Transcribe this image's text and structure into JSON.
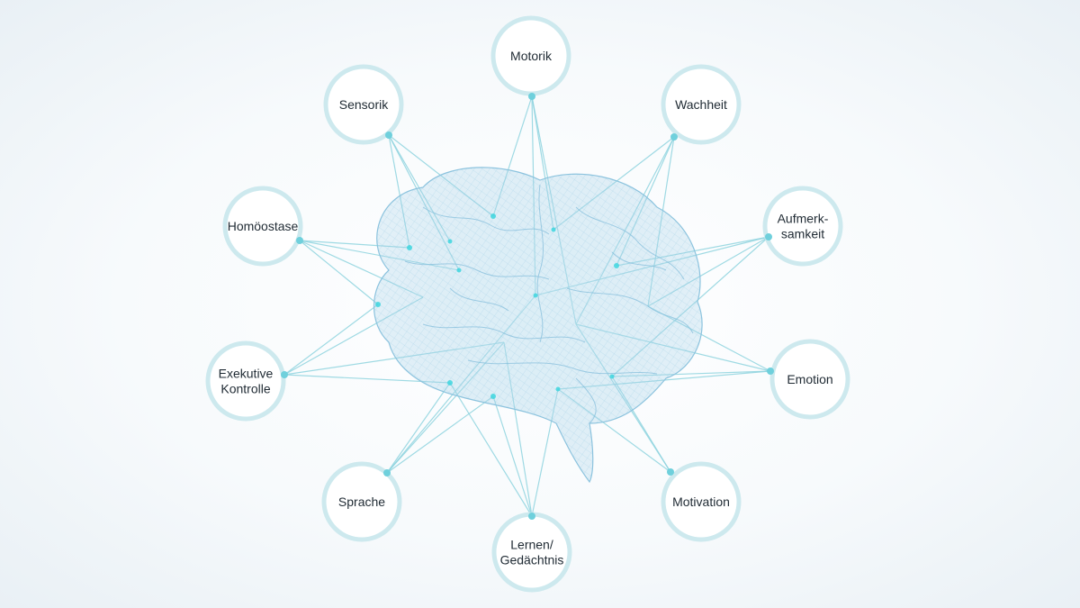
{
  "diagram": {
    "center": {
      "icon": "brain-wireframe-icon"
    },
    "colors": {
      "ring": "#cde9ee",
      "line": "#8fd4df",
      "dot": "#6fd0dc",
      "brain": "#9fcde6",
      "brain_glow": "#3fd6df",
      "label": "#1f2a33"
    },
    "nodes": [
      {
        "id": "motorik",
        "lines": [
          "Motorik"
        ]
      },
      {
        "id": "wachheit",
        "lines": [
          "Wachheit"
        ]
      },
      {
        "id": "aufmerksamkeit",
        "lines": [
          "Aufmerk-",
          "samkeit"
        ]
      },
      {
        "id": "emotion",
        "lines": [
          "Emotion"
        ]
      },
      {
        "id": "motivation",
        "lines": [
          "Motivation"
        ]
      },
      {
        "id": "lernen-gedaechtnis",
        "lines": [
          "Lernen/",
          "Gedächtnis"
        ]
      },
      {
        "id": "sprache",
        "lines": [
          "Sprache"
        ]
      },
      {
        "id": "exekutive-kontrolle",
        "lines": [
          "Exekutive",
          "Kontrolle"
        ]
      },
      {
        "id": "homoeostase",
        "lines": [
          "Homöostase"
        ]
      },
      {
        "id": "sensorik",
        "lines": [
          "Sensorik"
        ]
      }
    ]
  }
}
